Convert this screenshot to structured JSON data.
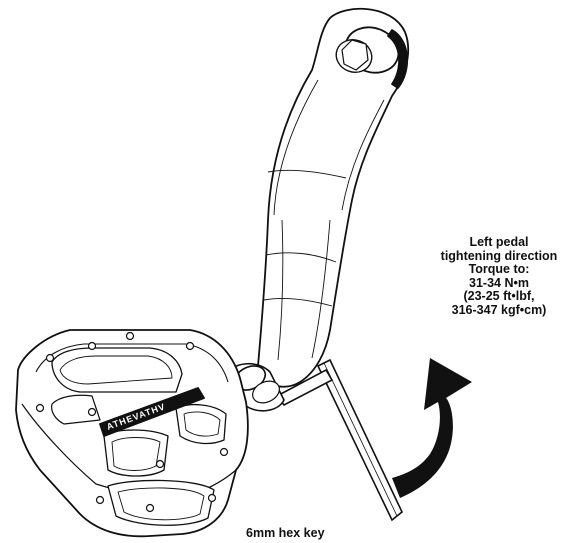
{
  "callout": {
    "line1": "Left pedal",
    "line2": "tightening direction",
    "line3": "Torque to:",
    "line4": "31-34 N•m",
    "line5": "(23-25 ft•lbf,",
    "line6": "316-347 kgf•cm)"
  },
  "hex_key_label": "6mm hex key",
  "pedal_brand": "ATHEVATHV",
  "colors": {
    "line": "#111111",
    "arrow": "#111111",
    "background": "#ffffff"
  }
}
